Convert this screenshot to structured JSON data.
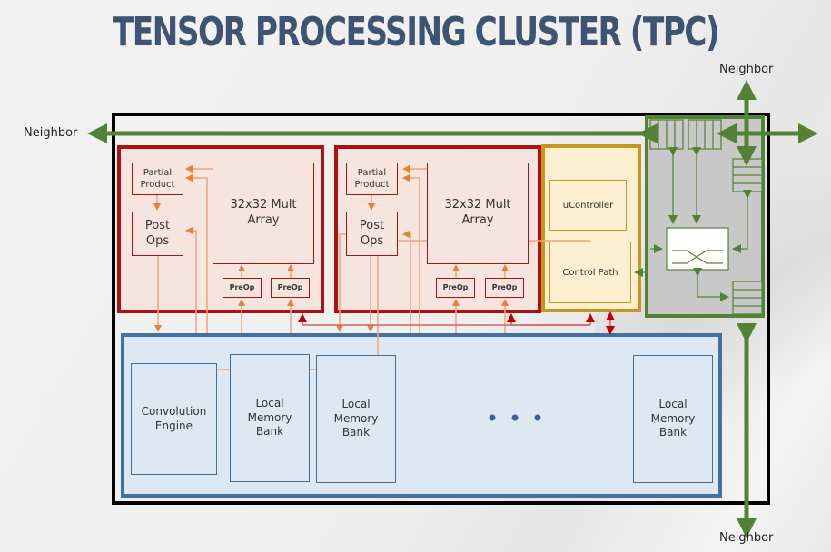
{
  "title": "TENSOR PROCESSING CLUSTER (TPC)",
  "neighbors": {
    "left": "Neighbor",
    "top": "Neighbor",
    "bottom": "Neighbor"
  },
  "compute_blocks": [
    {
      "partial_product": "Partial Product",
      "post_ops": "Post Ops",
      "mult_array": "32x32 Mult Array",
      "preops": [
        "PreOp",
        "PreOp"
      ]
    },
    {
      "partial_product": "Partial Product",
      "post_ops": "Post Ops",
      "mult_array": "32x32 Mult Array",
      "preops": [
        "PreOp",
        "PreOp"
      ]
    }
  ],
  "control": {
    "ucontroller": "uController",
    "control_path": "Control Path"
  },
  "memory": {
    "convolution_engine": "Convolution Engine",
    "banks": [
      "Local Memory Bank",
      "Local Memory Bank",
      "Local Memory Bank"
    ],
    "ellipsis": "• • •"
  },
  "colors": {
    "title": "#3f5372",
    "outer_border": "#000000",
    "compute_border": "#b01010",
    "compute_fill": "#f6e4de",
    "control_border": "#c8961a",
    "control_fill": "#fdf0d2",
    "router_border": "#548235",
    "router_fill": "#c8c8c8",
    "memory_border": "#41719c",
    "memory_fill": "#dde8f3",
    "arrow_orange": "#ed7d31",
    "arrow_red": "#c00000",
    "arrow_green": "#548235"
  }
}
